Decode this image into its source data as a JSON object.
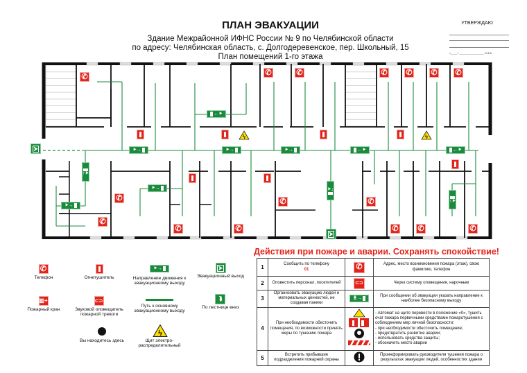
{
  "header": {
    "title": "ПЛАН ЭВАКУАЦИИ",
    "building": "Здание Межрайонной ИФНС России № 9 по Челябинской области",
    "address": "по адресу: Челябинская область, с. Долгодеревенское, пер. Школьный, 15",
    "floor": "План помещений 1-го этажа"
  },
  "approval": {
    "label": "УТВЕРЖДАЮ",
    "date_line": "«____» ________________ 2015г."
  },
  "colors": {
    "exit_green": "#1a8a3c",
    "fire_red": "#e2231a",
    "warning_yellow": "#ffe000",
    "wall": "#111111"
  },
  "legend": [
    {
      "icon": "phone-icon",
      "label": "Телефон"
    },
    {
      "icon": "extinguisher-icon",
      "label": "Огнетушитель"
    },
    {
      "icon": "exit-direction-icon",
      "label": "Направление движения к эвакуационному выходу"
    },
    {
      "icon": "emergency-exit-icon",
      "label": "Эвакуационный выход"
    },
    {
      "icon": "fire-hydrant-icon",
      "label": "Пожарный кран"
    },
    {
      "icon": "fire-alarm-icon",
      "label": "Звуковой оповещатель пожарной тревоги"
    },
    {
      "icon": "evacuation-path-icon",
      "label": "Путь к основному эвакуационному выходу"
    },
    {
      "icon": "stairs-down-icon",
      "label": "По лестнице вниз"
    },
    {
      "icon": "you-are-here-icon",
      "label": "Вы находитесь здесь"
    },
    {
      "icon": "electrical-panel-icon",
      "label": "Щит электро-распределительный"
    }
  ],
  "actions": {
    "title": "Действия при пожаре и аварии. Сохранять спокойствие!",
    "rows": [
      {
        "n": "1",
        "action": "Сообщить по телефону",
        "extra": "01",
        "icon": "phone-icon",
        "detail": "Адрес, место возникновения пожара (этаж), свою фамилию, телефон"
      },
      {
        "n": "2",
        "action": "Оповестить персонал, посетителей",
        "icon": "fire-alarm-icon",
        "detail": "Через систему оповещения, нарочным"
      },
      {
        "n": "3",
        "action": "Организовать эвакуацию людей и материальных ценностей, не создавая паники",
        "icon": "exit-direction-icon",
        "detail": "При сообщении об эвакуации указать направление к наиболее безопасному выходу"
      },
      {
        "n": "4",
        "action": "При необходимости обесточить помещения, по возможности принять меры по тушению пожара",
        "icon": "warning-extinguisher-hydrant-mask-icons",
        "detail_lines": [
          "- Автомат на щите перевести в положение «0», тушить очаг пожара первичными средствами пожаротушения с соблюдением мер личной безопасности;",
          "- при необходимости обесточить помещение;",
          "- предотвратить развитие аварии;",
          "- использовать средства защиты;",
          "- обозначить место аварии"
        ]
      },
      {
        "n": "5",
        "action": "Встретить прибывшие подразделения пожарной охраны",
        "icon": "attention-icon",
        "detail": "Проинформировать руководителя тушения пожара о результатах эвакуации людей, особенностях здания"
      }
    ]
  }
}
